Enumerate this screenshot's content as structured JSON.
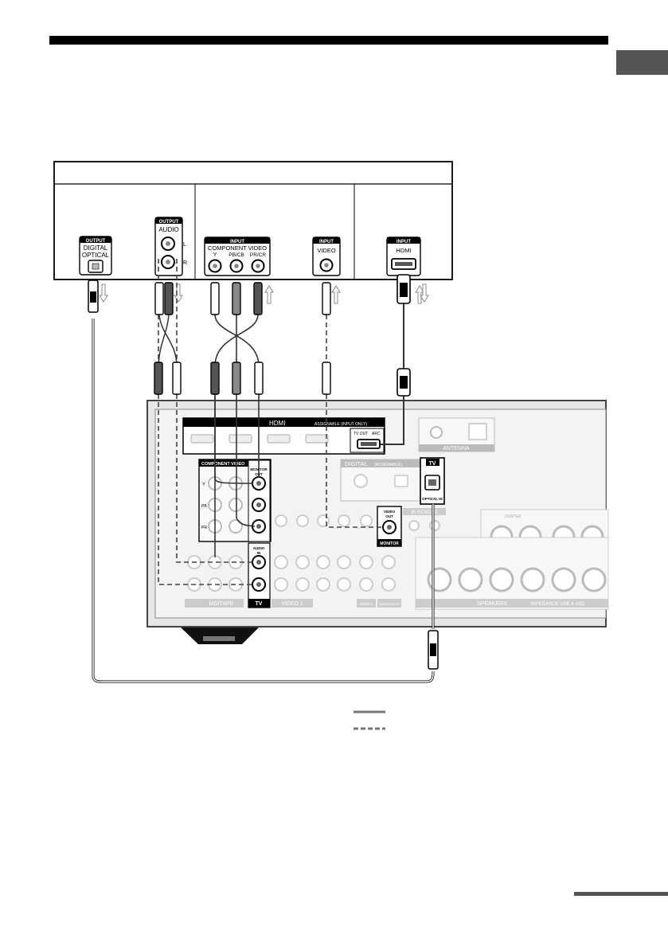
{
  "tv_panel": {
    "optical": {
      "header": "OUTPUT",
      "line1": "DIGITAL",
      "line2": "OPTICAL"
    },
    "audio": {
      "header": "OUTPUT",
      "label": "AUDIO",
      "left": "L",
      "right": "R"
    },
    "component": {
      "header": "INPUT",
      "label": "COMPONENT VIDEO",
      "y": "Y",
      "pb": "PB/CB",
      "pr": "PR/CR"
    },
    "video": {
      "header": "INPUT",
      "label": "VIDEO"
    },
    "hdmi": {
      "header": "INPUT",
      "label": "HDMI"
    }
  },
  "receiver": {
    "hdmi_title": "HDMI",
    "hdmi_note": "ASSIGNABLE (INPUT ONLY)",
    "hdmi_tvout": "TV OUT",
    "hdmi_arc": "ARC",
    "antenna": "ANTENNA",
    "digital": "DIGITAL",
    "digital_note": "(ASSIGNABLE)",
    "tv_badge": "TV",
    "optical_in": "OPTICAL IN",
    "component_video": "COMPONENT VIDEO",
    "comp_y": "Y",
    "comp_pb": "PB",
    "comp_pr": "PR",
    "monitor_out_1": "MONITOR",
    "monitor_out_2": "OUT",
    "video_out_1": "VIDEO",
    "video_out_2": "OUT",
    "monitor": "MONITOR",
    "ir_remote": "IR REMOTE",
    "audio_in_1": "AUDIO",
    "audio_in_2": "IN",
    "tv_badge2": "TV",
    "md_tape": "MD/TAPE",
    "video1": "VIDEO 1",
    "center": "CENTER",
    "speakers": "SPEAKERS",
    "impedance": "IMPEDANCE USE 4-16Ω",
    "zone2": "ZONE 2",
    "subwoofer": "SUBWOOFER"
  }
}
